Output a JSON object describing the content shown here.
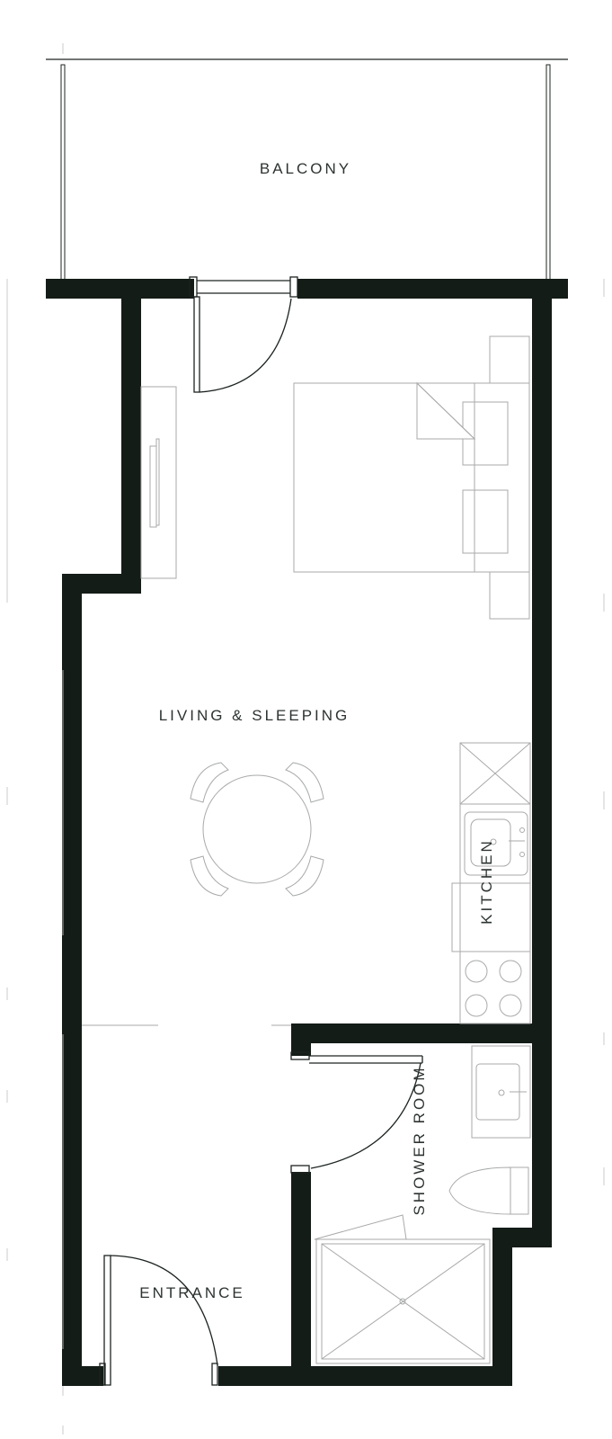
{
  "rooms": {
    "balcony": "BALCONY",
    "living": "LIVING & SLEEPING",
    "kitchen": "KITCHEN",
    "shower": "SHOWER ROOM",
    "entrance": "ENTRANCE"
  },
  "colors": {
    "wall": "#141c18",
    "furniture": "#a8aaa9",
    "background": "#ffffff"
  }
}
